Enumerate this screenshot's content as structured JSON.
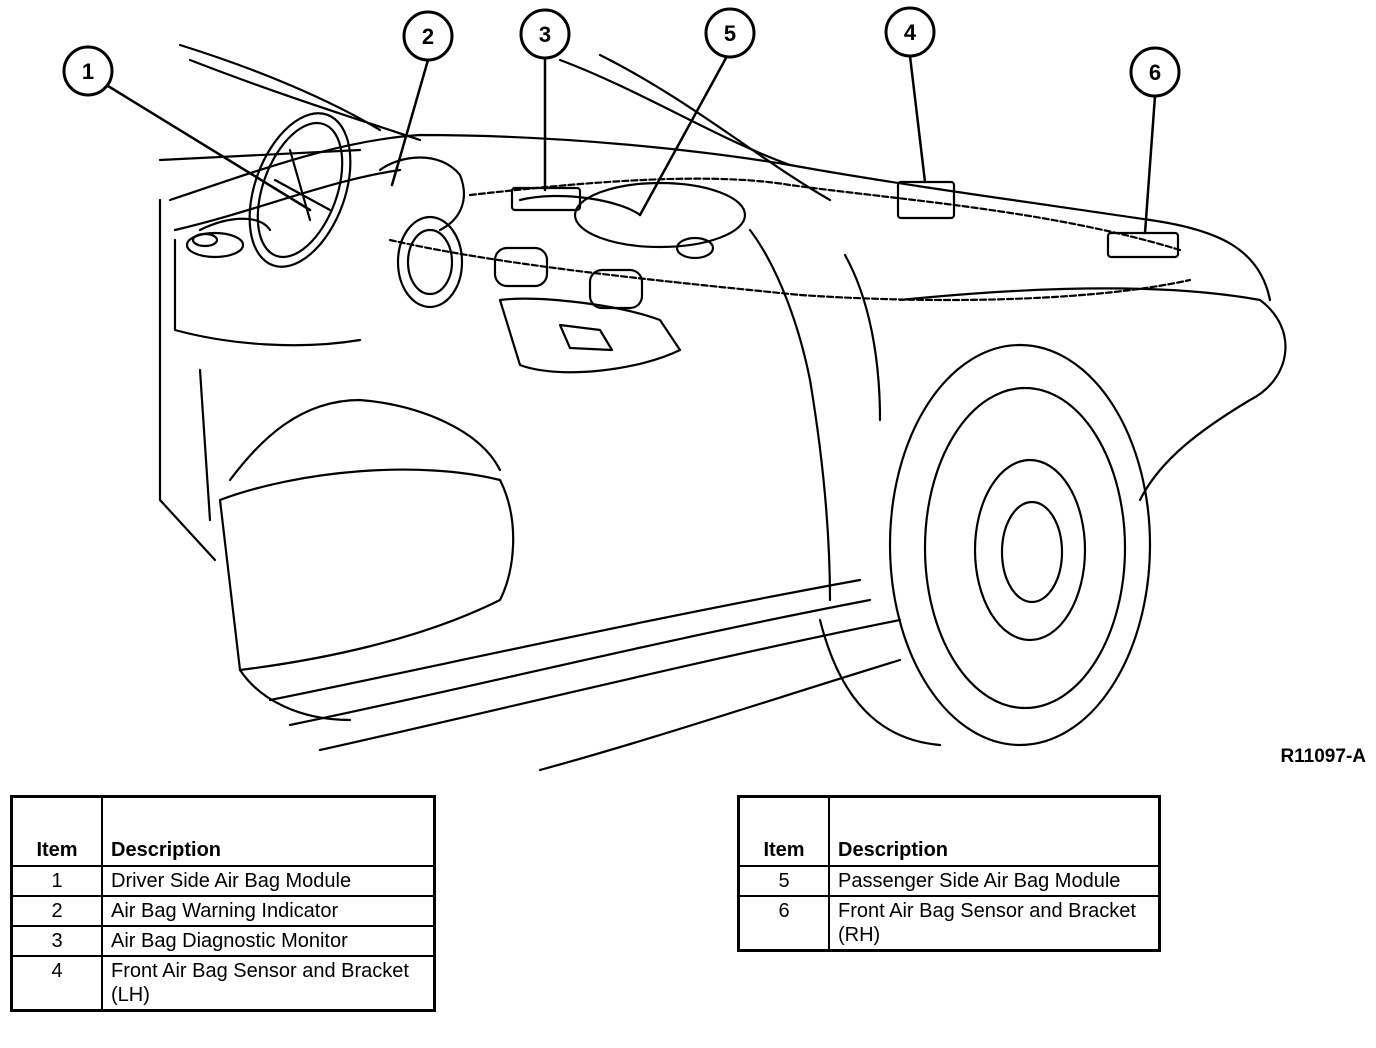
{
  "callouts": [
    "1",
    "2",
    "3",
    "5",
    "4",
    "6"
  ],
  "reference_code": "R11097-A",
  "legend_left": {
    "header_item": "Item",
    "header_description": "Description",
    "rows": [
      {
        "item": "1",
        "description": "Driver Side Air Bag Module"
      },
      {
        "item": "2",
        "description": "Air Bag Warning Indicator"
      },
      {
        "item": "3",
        "description": "Air Bag Diagnostic Monitor"
      },
      {
        "item": "4",
        "description": "Front Air Bag Sensor and Bracket (LH)"
      }
    ]
  },
  "legend_right": {
    "header_item": "Item",
    "header_description": "Description",
    "rows": [
      {
        "item": "5",
        "description": "Passenger Side Air Bag Module"
      },
      {
        "item": "6",
        "description": "Front Air Bag Sensor and Bracket (RH)"
      }
    ]
  }
}
